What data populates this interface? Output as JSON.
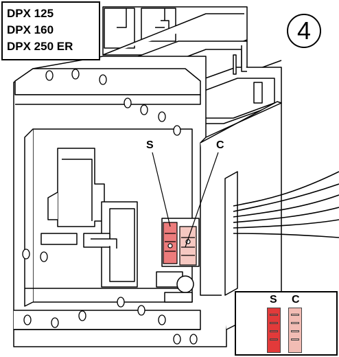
{
  "models": [
    "DPX 125",
    "DPX 160",
    "DPX 250 ER"
  ],
  "step_number": "4",
  "callouts": {
    "s": "S",
    "c": "C"
  },
  "legend": {
    "s_label": "S",
    "c_label": "C",
    "s_color": "#e23a3a",
    "c_color": "#f2bcb4"
  },
  "colors": {
    "line": "#000000",
    "body": "#ffffff",
    "highlight_s": "#e65050",
    "highlight_c": "#f4c2ba"
  }
}
